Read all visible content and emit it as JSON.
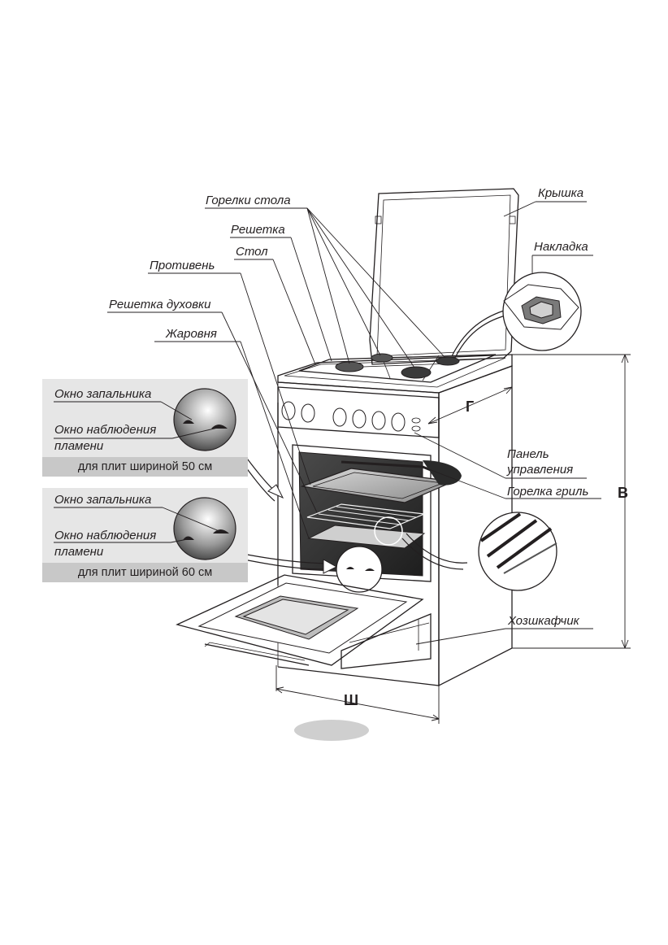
{
  "labels": {
    "burners": "Горелки стола",
    "grate": "Решетка",
    "table": "Стол",
    "tray": "Противень",
    "oven_rack": "Решетка духовки",
    "roaster": "Жаровня",
    "lid": "Крышка",
    "overlay": "Накладка",
    "control_panel_line1": "Панель",
    "control_panel_line2": "управления",
    "grill_burner": "Горелка гриль",
    "storage_drawer": "Хозшкафчик"
  },
  "dimensions": {
    "depth": "Г",
    "height": "В",
    "width": "Ш"
  },
  "notes": [
    {
      "ignition_window": "Окно запальника",
      "flame_window_line1": "Окно наблюдения",
      "flame_window_line2": "пламени",
      "caption": "для плит шириной 50 см"
    },
    {
      "ignition_window": "Окно запальника",
      "flame_window_line1": "Окно наблюдения",
      "flame_window_line2": "пламени",
      "caption": "для плит шириной 60 см"
    }
  ],
  "colors": {
    "line": "#231f20",
    "note_panel": "#e6e6e6",
    "note_caption": "#c8c8c8",
    "oven_interior": "#3a3a3a"
  }
}
